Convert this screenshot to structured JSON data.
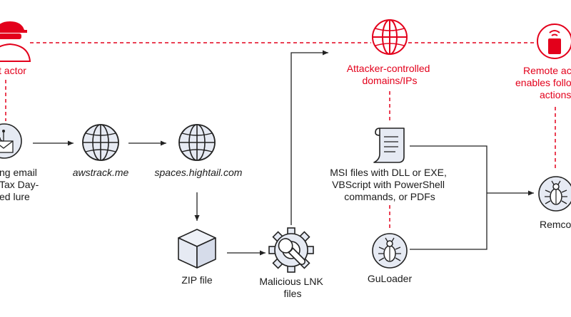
{
  "colors": {
    "accent_red": "#e3001b",
    "ink": "#222222",
    "icon_fill": "#e6eaf3",
    "text": "#1a1a1a"
  },
  "nodes": {
    "threat_actor": {
      "label_lines": [
        "t actor"
      ],
      "icon": "hacker-icon"
    },
    "phishing_email": {
      "label_lines": [
        "ng email",
        "Tax Day-",
        "ed lure"
      ],
      "icon": "email-lure-icon"
    },
    "awstrack": {
      "label": "awstrack.me",
      "icon": "globe-icon"
    },
    "hightail": {
      "label": "spaces.hightail.com",
      "icon": "globe-icon"
    },
    "zip": {
      "label": "ZIP file",
      "icon": "box-icon"
    },
    "lnk": {
      "label_lines": [
        "Malicious LNK",
        "files"
      ],
      "icon": "gear-wrench-icon"
    },
    "attacker_domains": {
      "label_lines": [
        "Attacker-controlled",
        "domains/IPs"
      ],
      "icon": "globe-red-icon"
    },
    "msi": {
      "label_lines": [
        "MSI files with DLL or EXE,",
        "VBScript with PowerShell",
        "commands, or PDFs"
      ],
      "icon": "scroll-icon"
    },
    "guloader": {
      "label": "GuLoader",
      "icon": "bug-icon"
    },
    "remote_access": {
      "label_lines": [
        "Remote ac",
        "enables follo",
        "actions"
      ],
      "icon": "remote-device-icon"
    },
    "remcos": {
      "label": "Remco",
      "icon": "bug-icon"
    }
  }
}
